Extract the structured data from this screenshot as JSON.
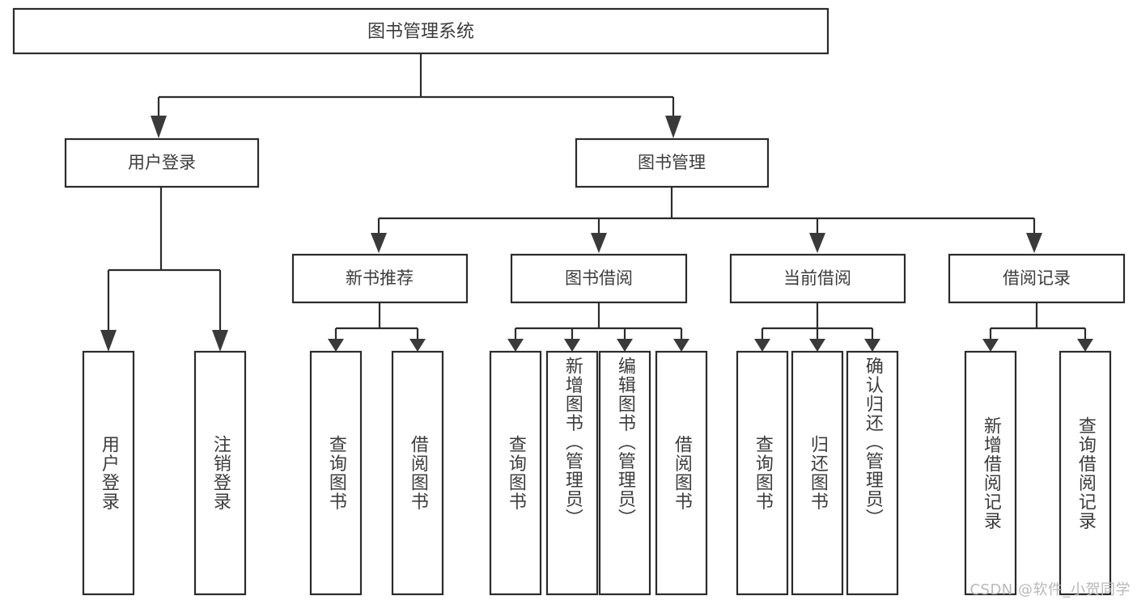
{
  "diagram": {
    "title": "图书管理系统",
    "type": "tree-hierarchy",
    "watermark": "CSDN @软件_小贺同学",
    "colors": {
      "stroke": "#2b2b2b",
      "fill": "#ffffff",
      "text": "#3c3c3c",
      "watermark": "#b9b9b9"
    },
    "root": {
      "label": "图书管理系统"
    },
    "level2": [
      {
        "label": "用户登录"
      },
      {
        "label": "图书管理"
      }
    ],
    "level3": [
      {
        "label": "新书推荐"
      },
      {
        "label": "图书借阅"
      },
      {
        "label": "当前借阅"
      },
      {
        "label": "借阅记录"
      }
    ],
    "leaves": {
      "user_login": [
        {
          "label": "用户登录"
        },
        {
          "label": "注销登录"
        }
      ],
      "new_book": [
        {
          "label": "查询图书"
        },
        {
          "label": "借阅图书"
        }
      ],
      "book_borrow": [
        {
          "label": "查询图书"
        },
        {
          "label": "新增图书（管理员）"
        },
        {
          "label": "编辑图书（管理员）"
        },
        {
          "label": "借阅图书"
        }
      ],
      "current_borrow": [
        {
          "label": "查询图书"
        },
        {
          "label": "归还图书"
        },
        {
          "label": "确认归还（管理员）"
        }
      ],
      "borrow_record": [
        {
          "label": "新增借阅记录"
        },
        {
          "label": "查询借阅记录"
        }
      ]
    }
  }
}
